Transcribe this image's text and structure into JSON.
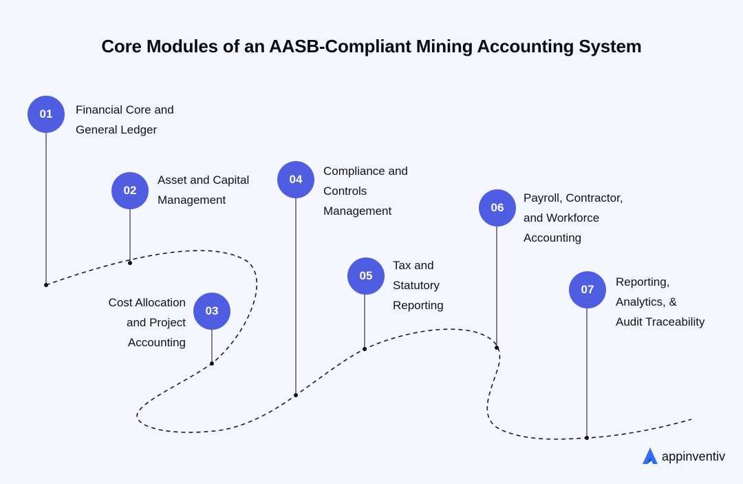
{
  "title": "Core Modules of an AASB-Compliant Mining Accounting System",
  "colors": {
    "background": "#f4f5fd",
    "accent": "#4f5ee0",
    "text": "#111118",
    "road": "#1a1a1a"
  },
  "steps": [
    {
      "number": "01",
      "label": "Financial Core and\nGeneral Ledger"
    },
    {
      "number": "02",
      "label": "Asset and Capital\nManagement"
    },
    {
      "number": "03",
      "label": "Cost Allocation\nand Project\nAccounting"
    },
    {
      "number": "04",
      "label": "Compliance and\nControls\nManagement"
    },
    {
      "number": "05",
      "label": "Tax and\nStatutory\nReporting"
    },
    {
      "number": "06",
      "label": "Payroll, Contractor,\nand Workforce\nAccounting"
    },
    {
      "number": "07",
      "label": "Reporting,\nAnalytics, &\nAudit Traceability"
    }
  ],
  "brand": {
    "name": "appinventiv",
    "logo_icon": "appinventiv-logo-icon"
  }
}
